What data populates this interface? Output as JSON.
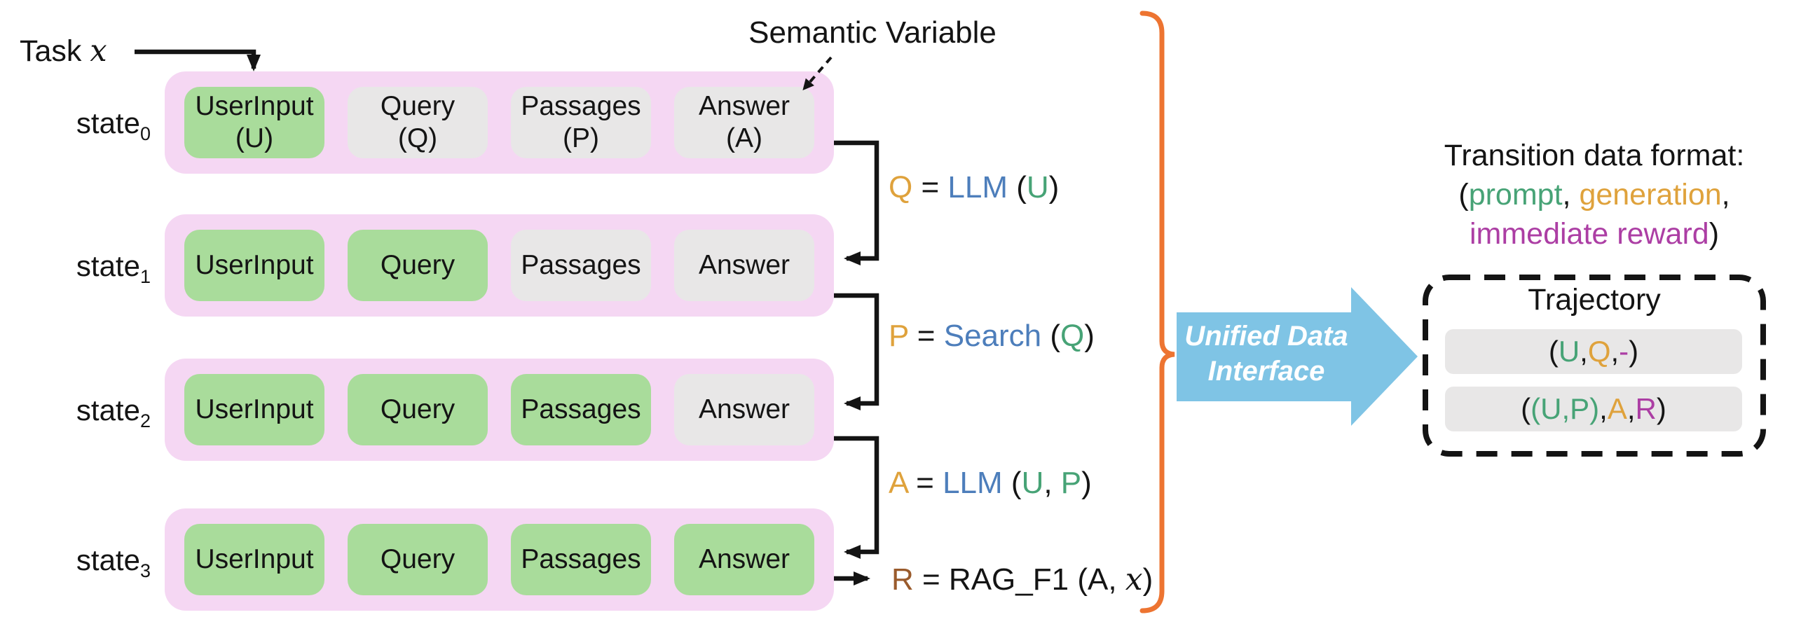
{
  "colors": {
    "ink": "#141414",
    "orange": "#DFA23C",
    "blue": "#4D7EBB",
    "green": "#47A376",
    "magenta": "#AC3EA4",
    "brown": "#9A5B2C",
    "bracket_orange": "#ED7431",
    "arrow_blue": "#7FC4E5",
    "state_pink": "#F5D7F3",
    "filled_green": "#A9DC9B",
    "empty_gray": "#E8E7E7"
  },
  "annotations": {
    "task": {
      "parts": [
        {
          "t": "Task ",
          "k": "ink"
        },
        {
          "t": "x",
          "k": "ink-italic"
        }
      ]
    },
    "semantic_variable_label": "Semantic Variable"
  },
  "states": [
    {
      "name": "state",
      "sub": "0",
      "boxes": [
        {
          "label": "UserInput",
          "sublabel": "(U)",
          "filled": true
        },
        {
          "label": "Query",
          "sublabel": "(Q)",
          "filled": false
        },
        {
          "label": "Passages",
          "sublabel": "(P)",
          "filled": false
        },
        {
          "label": "Answer",
          "sublabel": "(A)",
          "filled": false
        }
      ]
    },
    {
      "name": "state",
      "sub": "1",
      "boxes": [
        {
          "label": "UserInput",
          "filled": true
        },
        {
          "label": "Query",
          "filled": true
        },
        {
          "label": "Passages",
          "filled": false
        },
        {
          "label": "Answer",
          "filled": false
        }
      ]
    },
    {
      "name": "state",
      "sub": "2",
      "boxes": [
        {
          "label": "UserInput",
          "filled": true
        },
        {
          "label": "Query",
          "filled": true
        },
        {
          "label": "Passages",
          "filled": true
        },
        {
          "label": "Answer",
          "filled": false
        }
      ]
    },
    {
      "name": "state",
      "sub": "3",
      "boxes": [
        {
          "label": "UserInput",
          "filled": true
        },
        {
          "label": "Query",
          "filled": true
        },
        {
          "label": "Passages",
          "filled": true
        },
        {
          "label": "Answer",
          "filled": true
        }
      ]
    }
  ],
  "transitions": [
    {
      "parts": [
        {
          "t": "Q",
          "k": "orange"
        },
        {
          "t": " = ",
          "k": "ink"
        },
        {
          "t": "LLM",
          "k": "blue"
        },
        {
          "t": " (",
          "k": "ink"
        },
        {
          "t": "U",
          "k": "green"
        },
        {
          "t": ")",
          "k": "ink"
        }
      ]
    },
    {
      "parts": [
        {
          "t": "P",
          "k": "orange"
        },
        {
          "t": " = ",
          "k": "ink"
        },
        {
          "t": "Search",
          "k": "blue"
        },
        {
          "t": " (",
          "k": "ink"
        },
        {
          "t": "Q",
          "k": "green"
        },
        {
          "t": ")",
          "k": "ink"
        }
      ]
    },
    {
      "parts": [
        {
          "t": "A",
          "k": "orange"
        },
        {
          "t": " = ",
          "k": "ink"
        },
        {
          "t": "LLM",
          "k": "blue"
        },
        {
          "t": " (",
          "k": "ink"
        },
        {
          "t": "U",
          "k": "green"
        },
        {
          "t": ", ",
          "k": "ink"
        },
        {
          "t": "P",
          "k": "green"
        },
        {
          "t": ")",
          "k": "ink"
        }
      ]
    },
    {
      "parts": [
        {
          "t": "R",
          "k": "brown"
        },
        {
          "t": " = RAG_F1 (A, ",
          "k": "ink"
        },
        {
          "t": "x",
          "k": "ink-italic"
        },
        {
          "t": ")",
          "k": "ink"
        }
      ]
    }
  ],
  "unified_arrow": {
    "line1": "Unified Data",
    "line2": "Interface"
  },
  "transition_format": {
    "title": "Transition data format:",
    "line2": [
      {
        "t": "(",
        "k": "ink"
      },
      {
        "t": "prompt",
        "k": "green"
      },
      {
        "t": ", ",
        "k": "ink"
      },
      {
        "t": "generation",
        "k": "orange"
      },
      {
        "t": ",",
        "k": "ink"
      }
    ],
    "line3": [
      {
        "t": "immediate reward",
        "k": "magenta"
      },
      {
        "t": ")",
        "k": "ink"
      }
    ]
  },
  "trajectory": {
    "title": "Trajectory",
    "rows": [
      {
        "parts": [
          {
            "t": "(",
            "k": "ink"
          },
          {
            "t": "U",
            "k": "green"
          },
          {
            "t": ", ",
            "k": "ink"
          },
          {
            "t": "Q",
            "k": "orange"
          },
          {
            "t": ", ",
            "k": "ink"
          },
          {
            "t": "-",
            "k": "magenta"
          },
          {
            "t": ")",
            "k": "ink"
          }
        ]
      },
      {
        "parts": [
          {
            "t": "(",
            "k": "ink"
          },
          {
            "t": "(U,P)",
            "k": "green"
          },
          {
            "t": ", ",
            "k": "ink"
          },
          {
            "t": "A",
            "k": "orange"
          },
          {
            "t": ", ",
            "k": "ink"
          },
          {
            "t": "R",
            "k": "magenta"
          },
          {
            "t": ")",
            "k": "ink"
          }
        ]
      }
    ]
  }
}
